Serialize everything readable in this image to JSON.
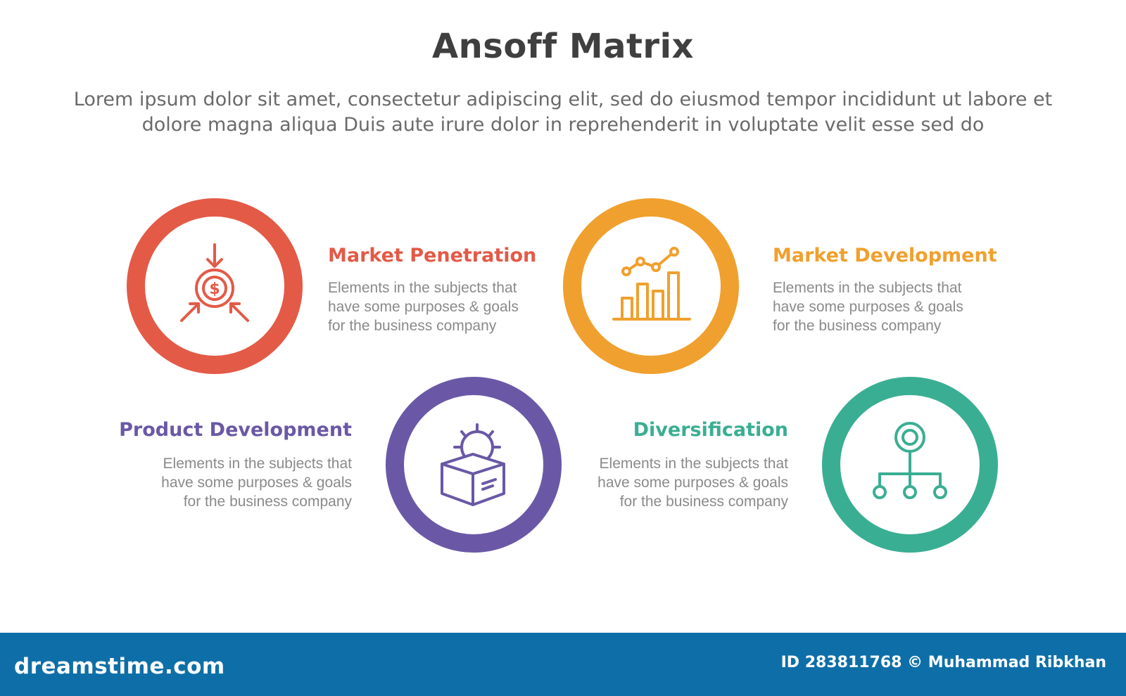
{
  "header": {
    "title": "Ansoff Matrix",
    "subtitle": "Lorem ipsum dolor sit amet, consectetur adipiscing elit, sed do eiusmod tempor incididunt ut labore et dolore magna aliqua Duis aute irure dolor in reprehenderit in voluptate velit esse sed do"
  },
  "items": [
    {
      "title": "Market Penetration",
      "line1": "Elements in the subjects that",
      "line2": "have  some purposes & goals",
      "line3": "for the  business company",
      "color": "#e35a47",
      "icon": "money-target-icon"
    },
    {
      "title": "Market Development",
      "line1": "Elements in the subjects that",
      "line2": "have  some purposes & goals",
      "line3": "for the  business company",
      "color": "#f0a02e",
      "icon": "growth-chart-icon"
    },
    {
      "title": "Product Development",
      "line1": "Elements in the subjects that",
      "line2": "have  some purposes & goals",
      "line3": "for the  business company",
      "color": "#6a58a6",
      "icon": "product-box-gear-icon"
    },
    {
      "title": "Diversification",
      "line1": "Elements in the subjects that",
      "line2": "have  some purposes & goals",
      "line3": "for the  business company",
      "color": "#3aae93",
      "icon": "hierarchy-network-icon"
    }
  ],
  "footer": {
    "brand": "dreamstime.com",
    "credit": "ID 283811768 © Muhammad Ribkhan"
  }
}
